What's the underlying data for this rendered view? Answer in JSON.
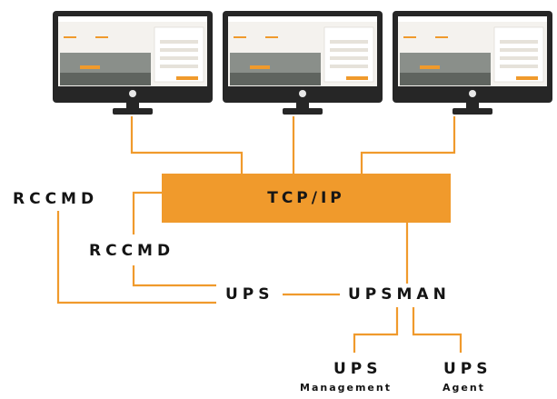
{
  "diagram": {
    "colors": {
      "connector": "#f09a2c",
      "box": "#f09a2c",
      "monitor_frame": "#262626",
      "text": "#141414"
    },
    "monitors": [
      {
        "name": "monitor-1"
      },
      {
        "name": "monitor-2"
      },
      {
        "name": "monitor-3"
      }
    ],
    "hub": {
      "label": "TCP/IP"
    },
    "nodes": {
      "rccmd_left": "RCCMD",
      "rccmd_inner": "RCCMD",
      "ups": "UPS",
      "upsman": "UPSMAN",
      "ups_management_title": "UPS",
      "ups_management_sub": "Management",
      "ups_agent_title": "UPS",
      "ups_agent_sub": "Agent"
    }
  }
}
